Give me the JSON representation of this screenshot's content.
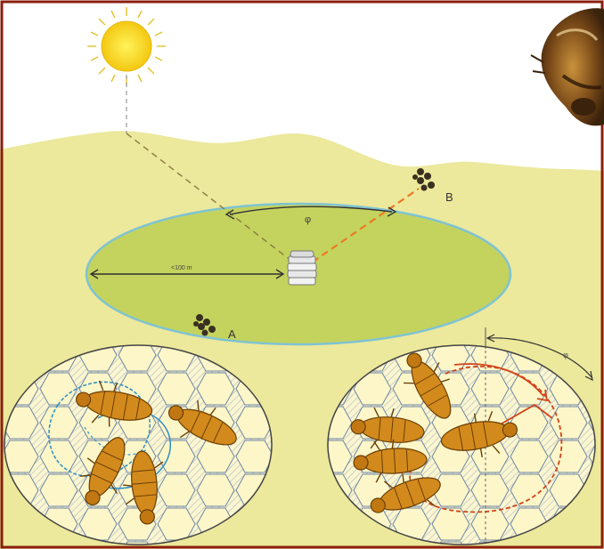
{
  "diagram": {
    "labels": {
      "site_a": "A",
      "site_b": "B",
      "angle": "φ",
      "distance": "<100 m",
      "angle_right": "φ"
    },
    "colors": {
      "frame": "#8a1e0e",
      "sky": "#ffffff",
      "ground": "#ece89c",
      "meadow": "#c3d35e",
      "meadow_edge": "#7fc3d3",
      "sun": "#f7dd1a",
      "bee_body": "#d38a1c",
      "round_dance_path": "#2f8fc4",
      "waggle_dance_path": "#d0451b",
      "food_dots": "#3a3020",
      "comb_cells": "#6f86a3"
    },
    "icons": [
      "sun-icon",
      "beehive-icon",
      "food-source-a-icon",
      "food-source-b-icon",
      "bee-photo-icon"
    ]
  }
}
